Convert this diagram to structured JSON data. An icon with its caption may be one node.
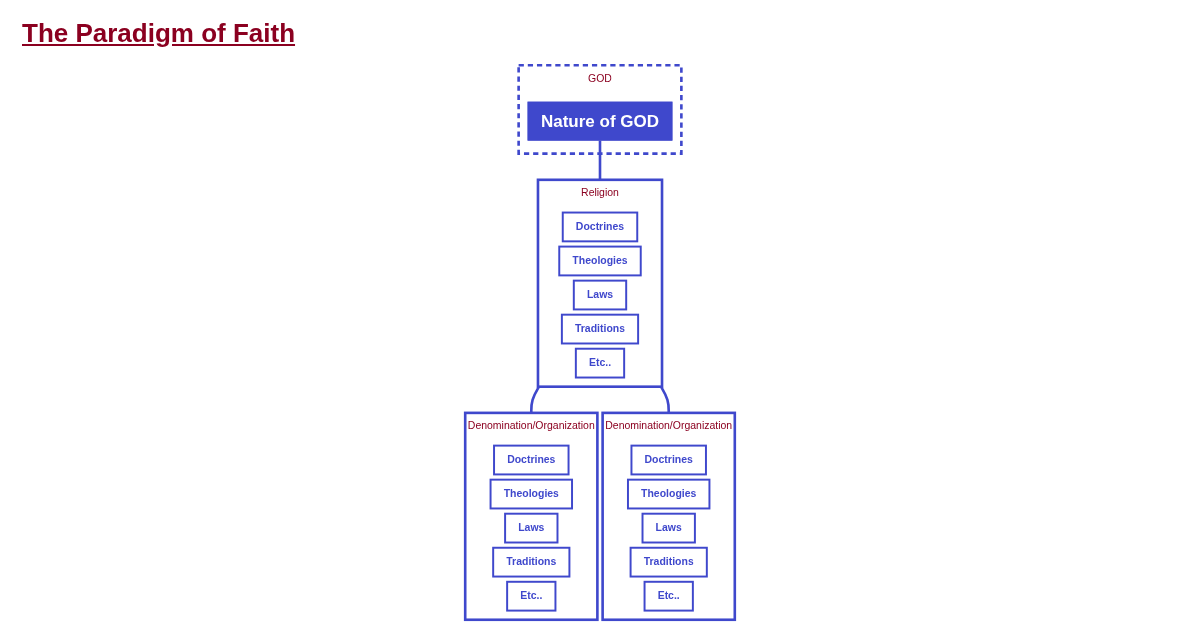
{
  "diagram": {
    "title": "The Paradigm of Faith",
    "nodes": [
      {
        "text": [
          "GOD"
        ]
      },
      {
        "text": [
          "Nature of GOD"
        ],
        "in": 0
      },
      {
        "text": [
          "Religion"
        ]
      },
      {
        "text": [
          "Doctrines"
        ],
        "in": 2
      },
      {
        "text": [
          "Theologies"
        ],
        "in": 2
      },
      {
        "text": [
          "Laws"
        ],
        "in": 2
      },
      {
        "text": [
          "Traditions"
        ],
        "in": 2
      },
      {
        "text": [
          "Etc.."
        ],
        "in": 2
      },
      {
        "text": [
          "Denomination/Organization"
        ]
      },
      {
        "text": [
          "Doctrines"
        ],
        "in": 8
      },
      {
        "text": [
          "Theologies"
        ],
        "in": 8
      },
      {
        "text": [
          "Laws"
        ],
        "in": 8
      },
      {
        "text": [
          "Traditions"
        ],
        "in": 8
      },
      {
        "text": [
          "Etc.."
        ],
        "in": 8
      },
      {
        "text": [
          "Denomination/Organization"
        ]
      },
      {
        "text": [
          "Doctrines"
        ],
        "in": 14
      },
      {
        "text": [
          "Theologies"
        ],
        "in": 14
      },
      {
        "text": [
          "Laws"
        ],
        "in": 14
      },
      {
        "text": [
          "Traditions"
        ],
        "in": 14
      },
      {
        "text": [
          "Etc.."
        ],
        "in": 14
      }
    ],
    "edges": [
      {
        "from": 1,
        "to": 2,
        "arrow": "none"
      },
      {
        "from": 2,
        "to": 8,
        "arrow": "none"
      },
      {
        "from": 2,
        "to": 14,
        "arrow": "none"
      }
    ]
  }
}
